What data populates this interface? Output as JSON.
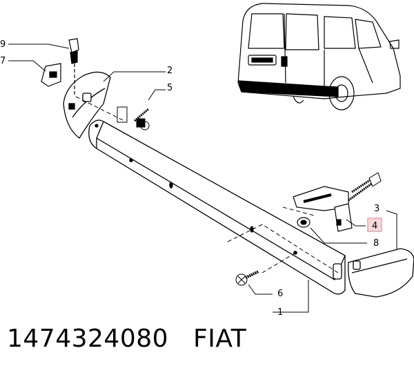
{
  "diagram": {
    "callouts": [
      {
        "id": "9",
        "label": "9"
      },
      {
        "id": "7",
        "label": "7"
      },
      {
        "id": "2",
        "label": "2"
      },
      {
        "id": "5",
        "label": "5"
      },
      {
        "id": "3",
        "label": "3"
      },
      {
        "id": "4",
        "label": "4",
        "highlighted": true
      },
      {
        "id": "8",
        "label": "8"
      },
      {
        "id": "6",
        "label": "6"
      },
      {
        "id": "1",
        "label": "1"
      }
    ],
    "highlight_color": "#e8a3a8"
  },
  "footer": {
    "part_number": "1474324080",
    "brand": "FIAT"
  }
}
